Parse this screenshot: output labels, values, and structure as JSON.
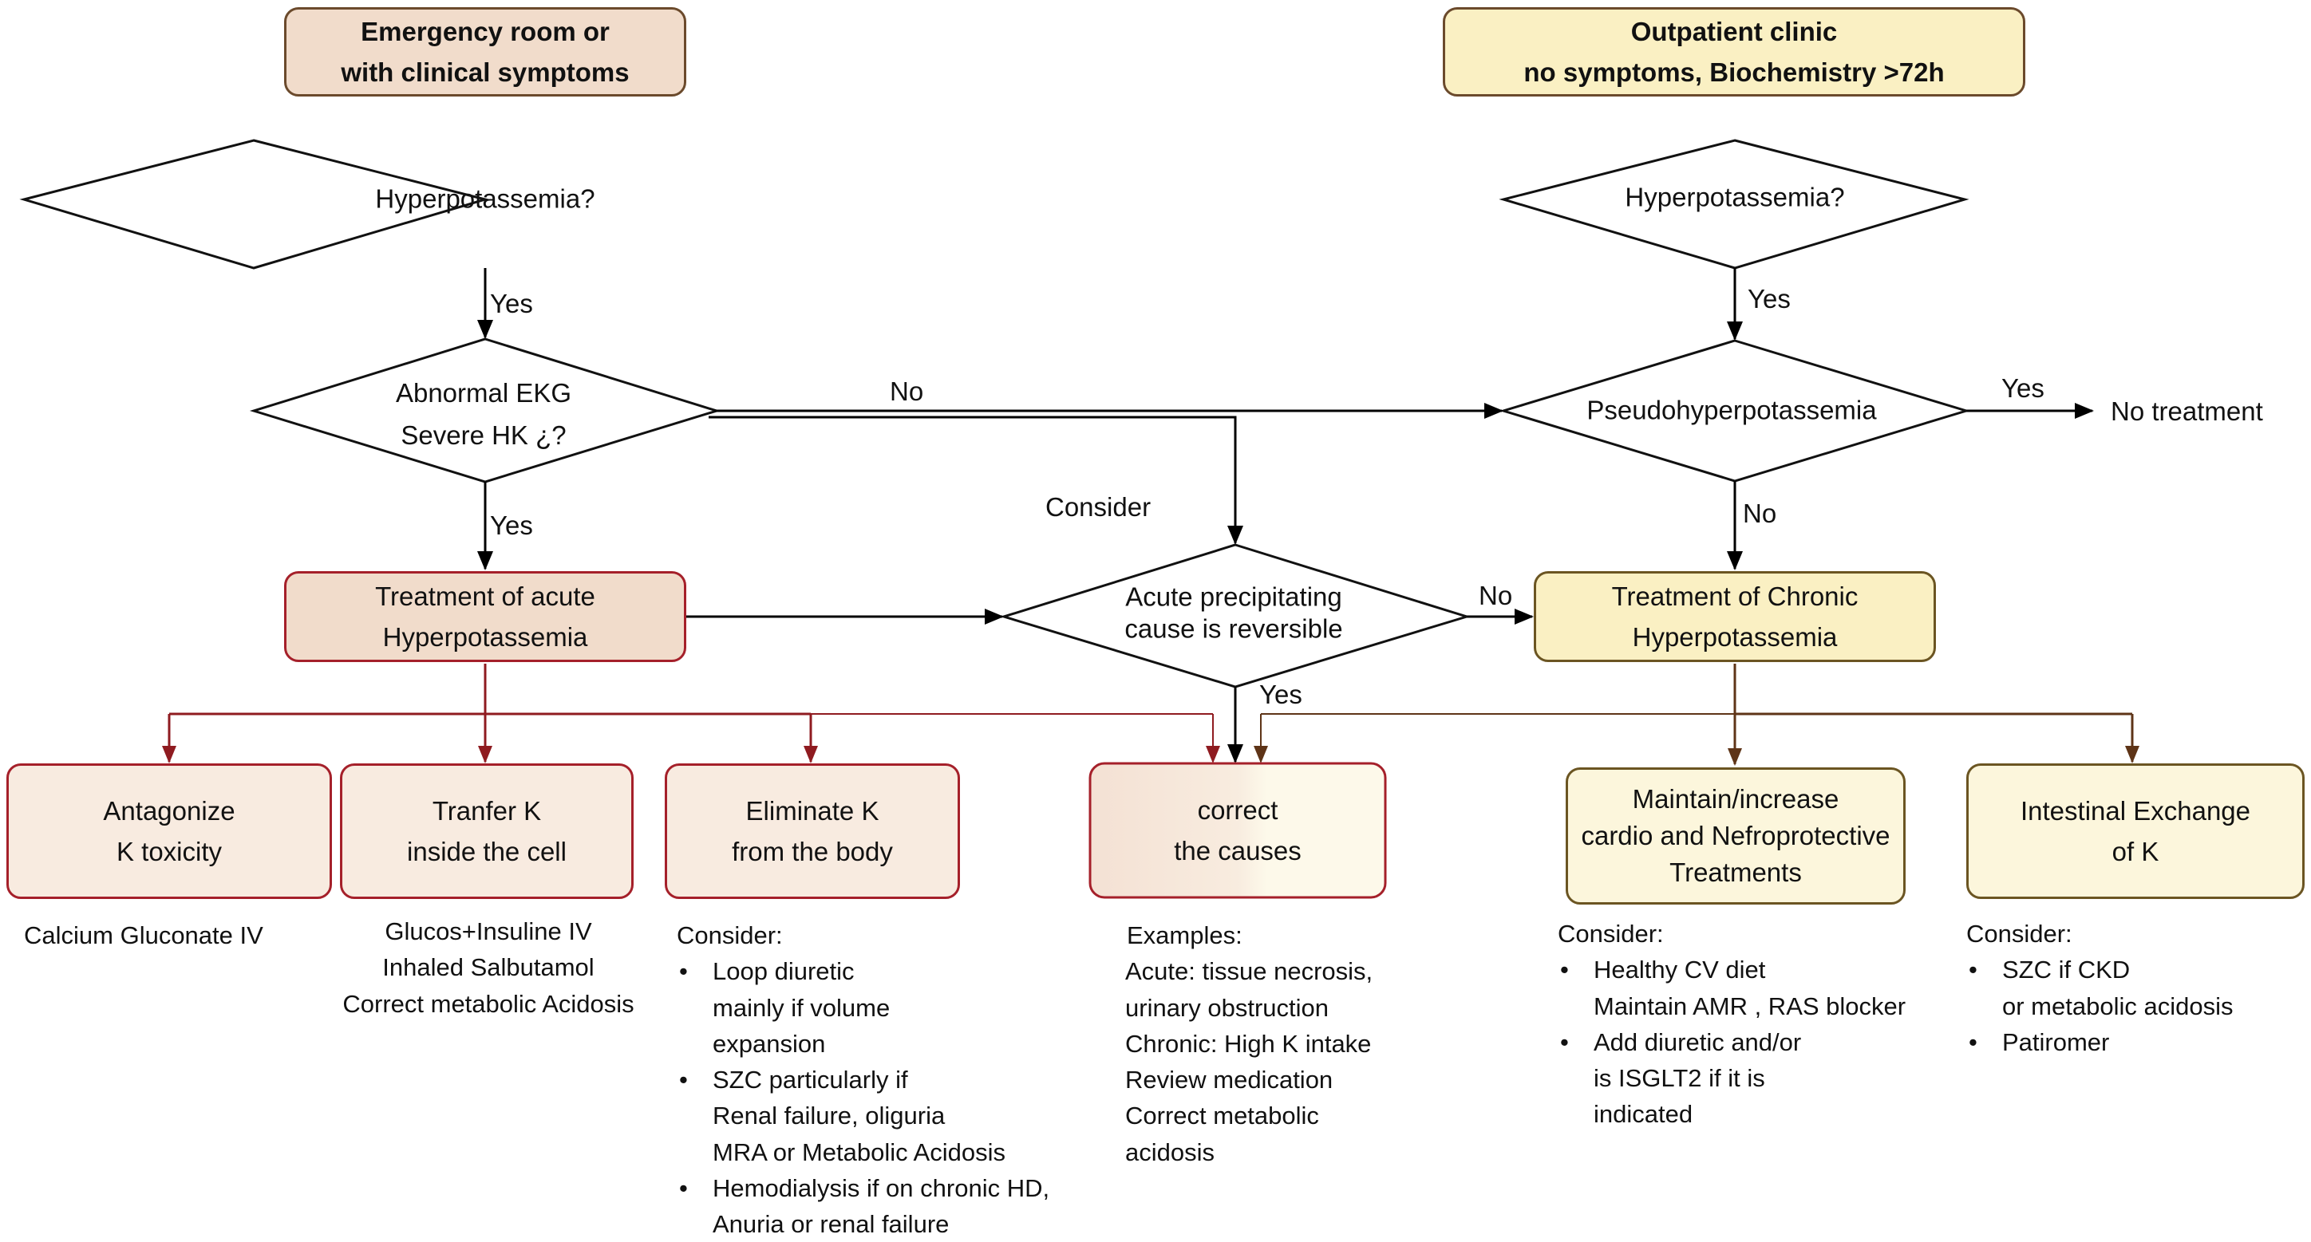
{
  "headers": {
    "left": [
      "Emergency room or",
      "with clinical symptoms"
    ],
    "right": [
      "Outpatient clinic",
      "no symptoms, Biochemistry >72h"
    ]
  },
  "decisions": {
    "hyper_left": [
      "Hyperpotassemia?"
    ],
    "ekg": [
      "Abnormal EKG",
      "Severe HK ¿?"
    ],
    "hyper_right": [
      "Hyperpotassemia?"
    ],
    "pseudo": [
      "Pseudohyperpotassemia"
    ],
    "acute_cause": [
      "Acute precipitating",
      "cause is reversible"
    ]
  },
  "boxes": {
    "acute_treatment": [
      "Treatment of acute",
      "Hyperpotassemia"
    ],
    "chronic_treatment": [
      "Treatment of Chronic",
      "Hyperpotassemia"
    ],
    "antagonize": [
      "Antagonize",
      "K toxicity"
    ],
    "transfer": [
      "Tranfer K",
      "inside the cell"
    ],
    "eliminate": [
      "Eliminate K",
      "from the body"
    ],
    "correct": [
      "correct",
      "the causes"
    ],
    "maintain": [
      "Maintain/increase",
      "cardio and Nefroprotective",
      "Treatments"
    ],
    "intestinal": [
      "Intestinal Exchange",
      "of K"
    ]
  },
  "edge_labels": {
    "yes_1": "Yes",
    "yes_2": "Yes",
    "no_ekg": "No",
    "consider": "Consider",
    "yes_right": "Yes",
    "yes_pseudo": "Yes",
    "no_pseudo": "No",
    "no_acute": "No",
    "yes_acute": "Yes",
    "no_treatment": "No treatment"
  },
  "notes": {
    "antagonize": [
      "Calcium Gluconate IV"
    ],
    "transfer": [
      "Glucos+Insuline IV",
      "Inhaled Salbutamol",
      "Correct metabolic  Acidosis"
    ],
    "eliminate_title": "Consider:",
    "eliminate": [
      {
        "bullet": true,
        "text": "Loop diuretic"
      },
      {
        "bullet": false,
        "text": "mainly if volume"
      },
      {
        "bullet": false,
        "text": "expansion"
      },
      {
        "bullet": true,
        "text": "SZC particularly if"
      },
      {
        "bullet": false,
        "text": "Renal failure, oliguria"
      },
      {
        "bullet": false,
        "text": "MRA or Metabolic Acidosis"
      },
      {
        "bullet": true,
        "text": "Hemodialysis if on chronic HD,"
      },
      {
        "bullet": false,
        "text": "Anuria or renal failure"
      }
    ],
    "correct_title": "Examples:",
    "correct": [
      "Acute: tissue necrosis,",
      "urinary obstruction",
      "Chronic: High K intake",
      "Review medication",
      "Correct metabolic",
      "acidosis"
    ],
    "maintain_title": "Consider:",
    "maintain": [
      {
        "bullet": true,
        "text": "Healthy CV diet"
      },
      {
        "bullet": false,
        "text": "Maintain AMR , RAS blocker"
      },
      {
        "bullet": true,
        "text": "Add diuretic and/or"
      },
      {
        "bullet": false,
        "text": "is ISGLT2 if it is"
      },
      {
        "bullet": false,
        "text": "indicated"
      }
    ],
    "intestinal_title": "Consider:",
    "intestinal": [
      {
        "bullet": true,
        "text": "SZC if CKD"
      },
      {
        "bullet": false,
        "text": "or metabolic acidosis"
      },
      {
        "bullet": true,
        "text": "Patiromer"
      }
    ]
  },
  "colors": {
    "header_left_fill": "#f1dccb",
    "header_right_fill": "#faf0c3",
    "acute_fill": "#f1dccb",
    "chronic_fill": "#faf0c3",
    "red_box_fill": "#f8ebe0",
    "tan_box_fill": "#fcf6dc",
    "red_border": "#a5202a",
    "tan_border": "#6b5522",
    "red_arrow": "#8f1b20",
    "brown_arrow": "#5e3417"
  }
}
